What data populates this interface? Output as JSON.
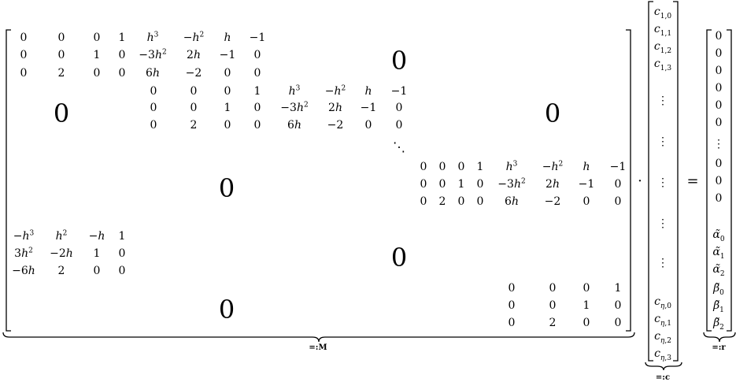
{
  "equation": {
    "matrix_label": "=:M",
    "vector_c_label": "=:c",
    "vector_r_label": "=:r",
    "dot_operator": "·",
    "equals_operator": "=",
    "big_zero": "0",
    "ddots": "⋱",
    "vdots": "⋮",
    "block1": [
      [
        "0",
        "0",
        "0",
        "1",
        "h³",
        "−h²",
        "h",
        "−1"
      ],
      [
        "0",
        "0",
        "1",
        "0",
        "−3h²",
        "2h",
        "−1",
        "0"
      ],
      [
        "0",
        "2",
        "0",
        "0",
        "6h",
        "−2",
        "0",
        "0"
      ]
    ],
    "block2": [
      [
        "0",
        "0",
        "0",
        "1",
        "h³",
        "−h²",
        "h",
        "−1"
      ],
      [
        "0",
        "0",
        "1",
        "0",
        "−3h²",
        "2h",
        "−1",
        "0"
      ],
      [
        "0",
        "2",
        "0",
        "0",
        "6h",
        "−2",
        "0",
        "0"
      ]
    ],
    "block3": [
      [
        "0",
        "0",
        "0",
        "1",
        "h³",
        "−h²",
        "h",
        "−1"
      ],
      [
        "0",
        "0",
        "1",
        "0",
        "−3h²",
        "2h",
        "−1",
        "0"
      ],
      [
        "0",
        "2",
        "0",
        "0",
        "6h",
        "−2",
        "0",
        "0"
      ]
    ],
    "block_left": [
      [
        "−h³",
        "h²",
        "−h",
        "1"
      ],
      [
        "3h²",
        "−2h",
        "1",
        "0"
      ],
      [
        "−6h",
        "2",
        "0",
        "0"
      ]
    ],
    "block_right": [
      [
        "0",
        "0",
        "0",
        "1"
      ],
      [
        "0",
        "0",
        "1",
        "0"
      ],
      [
        "0",
        "2",
        "0",
        "0"
      ]
    ],
    "vector_c": {
      "top": [
        "c1,0",
        "c1,1",
        "c1,2",
        "c1,3"
      ],
      "bottom": [
        "cη,0",
        "cη,1",
        "cη,2",
        "cη,3"
      ]
    },
    "vector_r": {
      "zeros_top": [
        "0",
        "0",
        "0",
        "0",
        "0",
        "0"
      ],
      "zeros_bottom": [
        "0",
        "0",
        "0"
      ],
      "tail": [
        "α̃0",
        "α̃1",
        "α̃2",
        "β̃0",
        "β̃1",
        "β̃2"
      ]
    }
  }
}
